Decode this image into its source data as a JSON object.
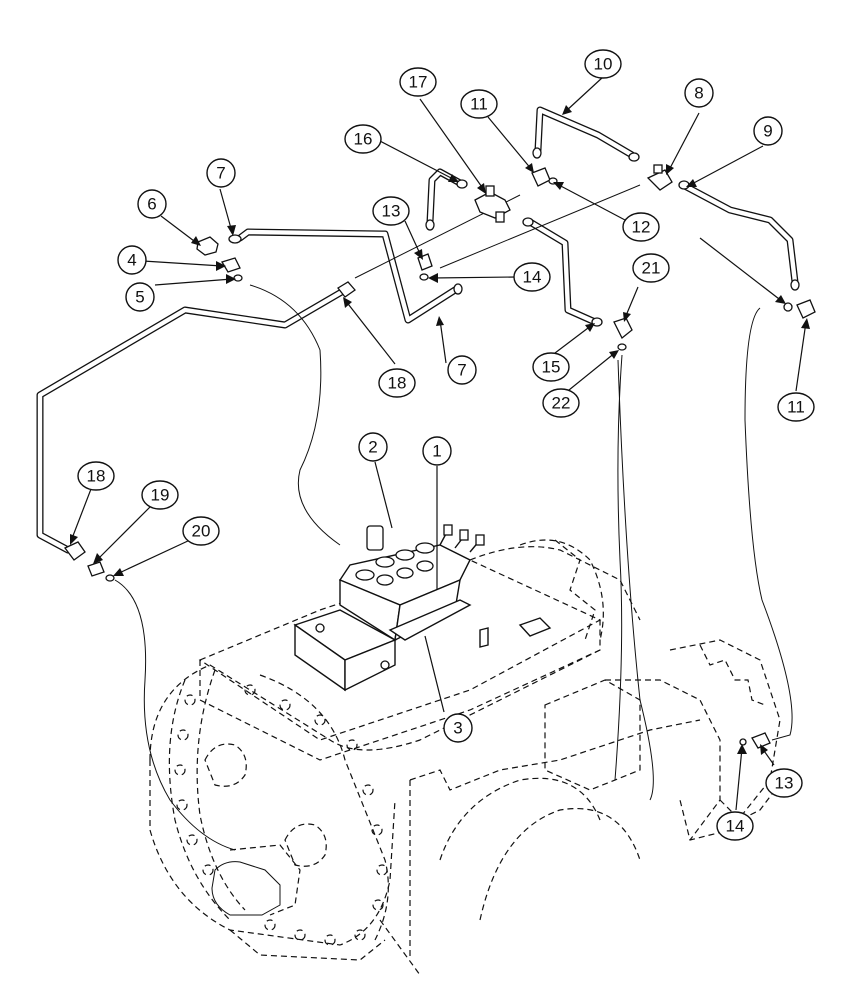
{
  "diagram": {
    "callouts": [
      {
        "id": "c1",
        "label": "1"
      },
      {
        "id": "c2",
        "label": "2"
      },
      {
        "id": "c3",
        "label": "3"
      },
      {
        "id": "c4",
        "label": "4"
      },
      {
        "id": "c5",
        "label": "5"
      },
      {
        "id": "c6",
        "label": "6"
      },
      {
        "id": "c7a",
        "label": "7"
      },
      {
        "id": "c7b",
        "label": "7"
      },
      {
        "id": "c8",
        "label": "8"
      },
      {
        "id": "c9",
        "label": "9"
      },
      {
        "id": "c10",
        "label": "10"
      },
      {
        "id": "c11a",
        "label": "11"
      },
      {
        "id": "c11b",
        "label": "11"
      },
      {
        "id": "c12",
        "label": "12"
      },
      {
        "id": "c13a",
        "label": "13"
      },
      {
        "id": "c13b",
        "label": "13"
      },
      {
        "id": "c14a",
        "label": "14"
      },
      {
        "id": "c14b",
        "label": "14"
      },
      {
        "id": "c15",
        "label": "15"
      },
      {
        "id": "c16",
        "label": "16"
      },
      {
        "id": "c17",
        "label": "17"
      },
      {
        "id": "c18a",
        "label": "18"
      },
      {
        "id": "c18b",
        "label": "18"
      },
      {
        "id": "c19",
        "label": "19"
      },
      {
        "id": "c20",
        "label": "20"
      },
      {
        "id": "c21",
        "label": "21"
      },
      {
        "id": "c22",
        "label": "22"
      }
    ]
  }
}
